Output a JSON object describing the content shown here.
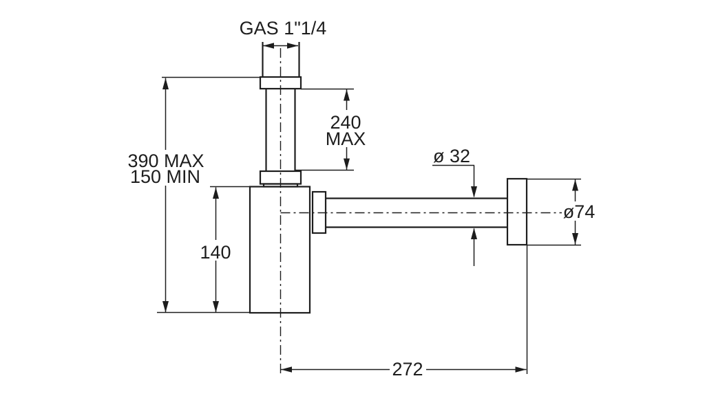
{
  "drawing": {
    "background_color": "#ffffff",
    "line_color": "#1d1d1d",
    "labels": {
      "thread_size": "GAS 1\"1/4",
      "riser_height_value": "240",
      "riser_height_qualifier": "MAX",
      "overall_height_max": "390 MAX",
      "overall_height_min": "150 MIN",
      "body_height": "140",
      "pipe_diameter": "ø 32",
      "flange_diameter": "ø74",
      "wall_offset": "272"
    }
  }
}
